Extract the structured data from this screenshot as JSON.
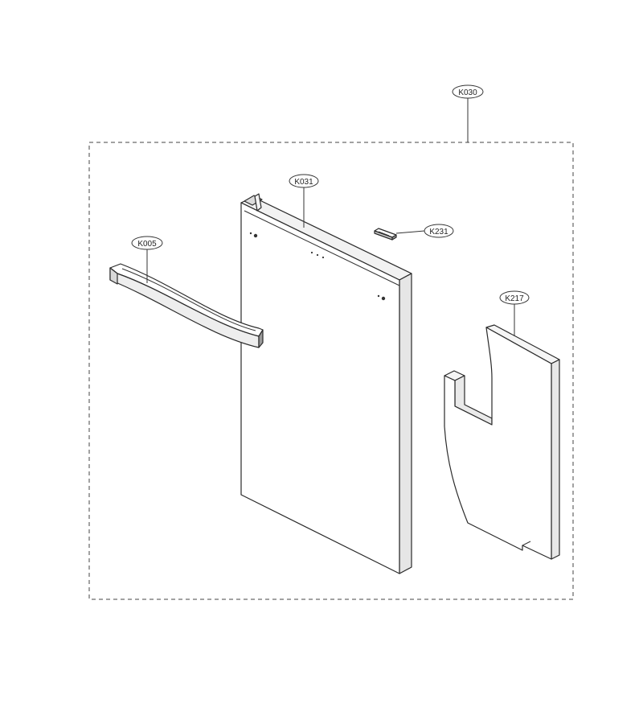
{
  "colors": {
    "stroke": "#2a2a2a",
    "fill_light": "#ffffff",
    "fill_shade": "#e9e9e9",
    "fill_dark": "#9a9a9a"
  },
  "callouts": {
    "assembly": "K030",
    "door_panel": "K031",
    "handle": "K005",
    "clip": "K231",
    "insulation": "K217"
  }
}
